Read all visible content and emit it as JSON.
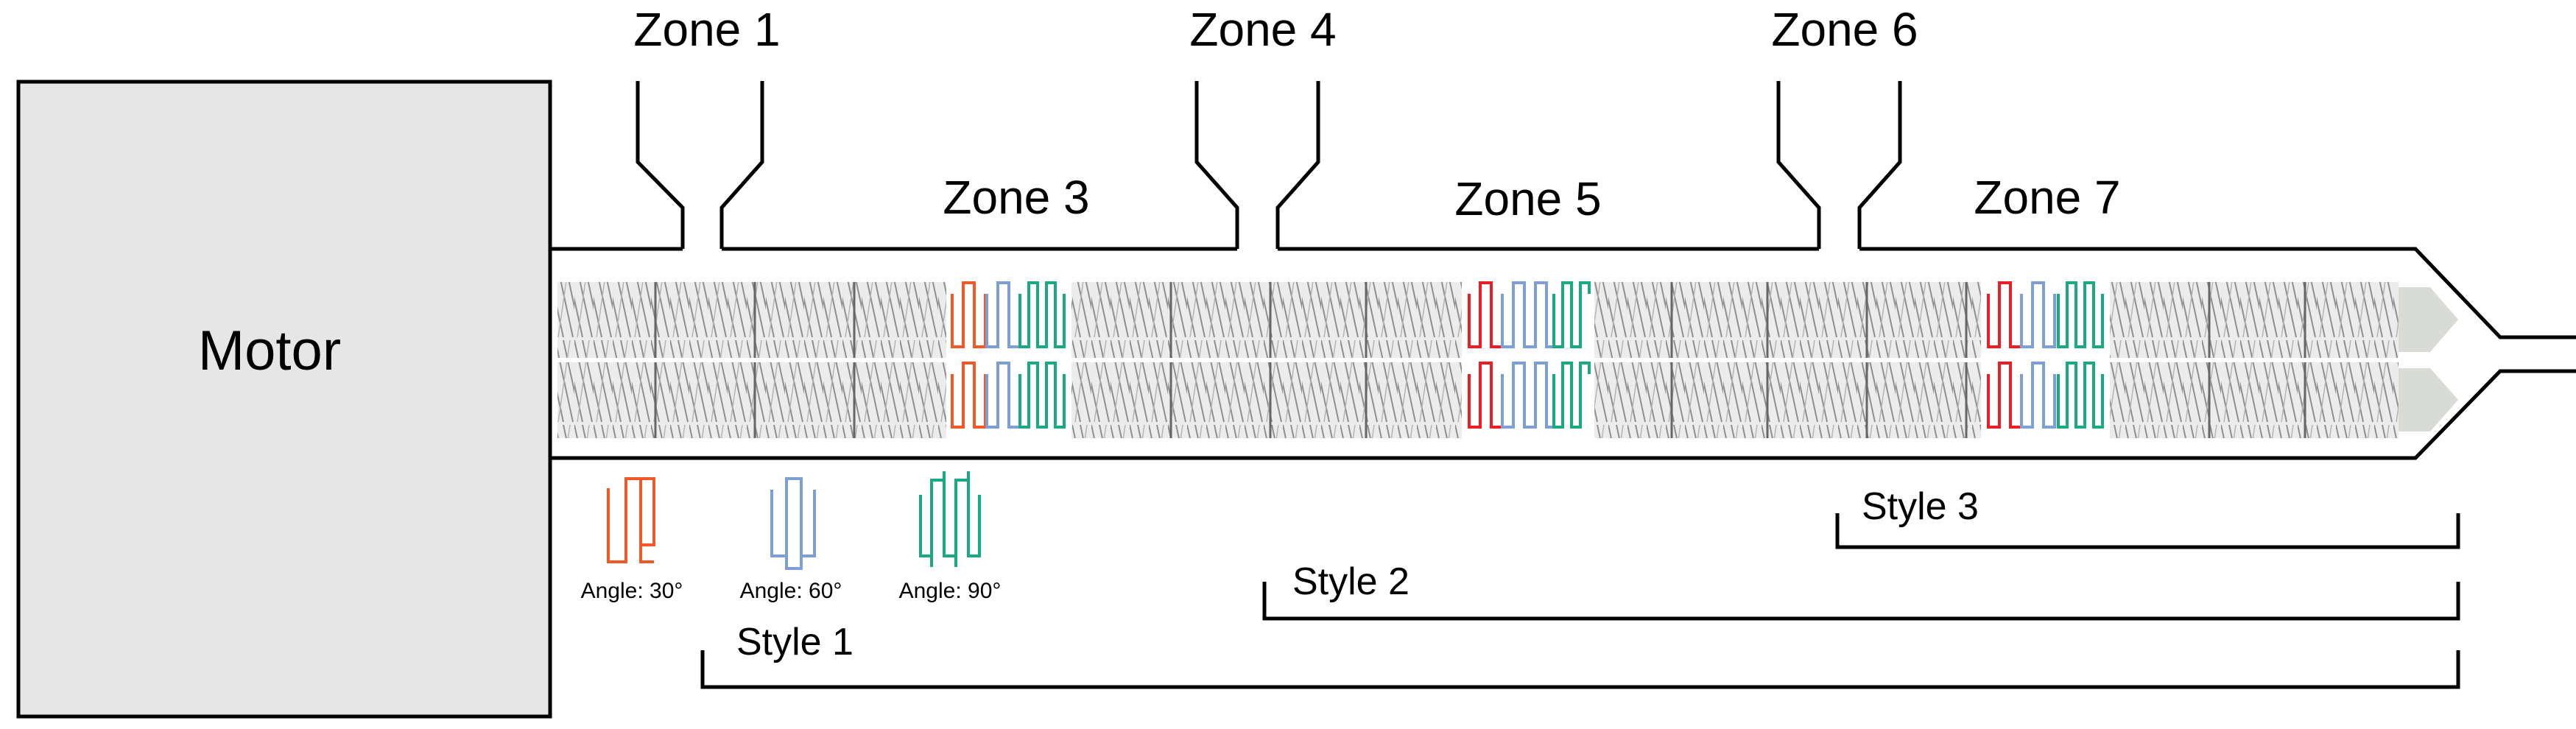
{
  "motor": {
    "label": "Motor"
  },
  "zones": {
    "z1": "Zone 1",
    "z3": "Zone 3",
    "z4": "Zone 4",
    "z5": "Zone 5",
    "z6": "Zone 6",
    "z7": "Zone 7"
  },
  "legend": [
    {
      "label": "Angle: 30°",
      "color": "#f05a28"
    },
    {
      "label": "Angle: 60°",
      "color": "#7d9fd4"
    },
    {
      "label": "Angle: 90°",
      "color": "#1aaa83"
    }
  ],
  "styles": {
    "s1": "Style 1",
    "s2": "Style 2",
    "s3": "Style 3"
  },
  "colors": {
    "screw": "#909090",
    "screw_bg": "#ececec",
    "motor_fill": "#e6e6e6",
    "red_block": "#ee1c25",
    "tip": "#d9dbd6"
  }
}
